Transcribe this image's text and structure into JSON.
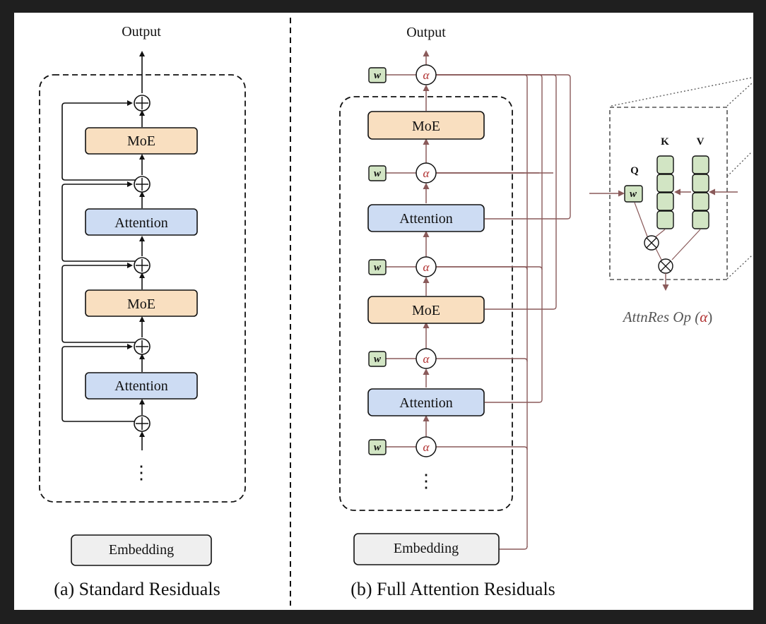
{
  "colors": {
    "background": "#1f1f1f",
    "panel": "#ffffff",
    "moe_fill": "#f9dfc0",
    "attention_fill": "#cddcf3",
    "embedding_fill": "#efefef",
    "w_fill": "#d2e5c4",
    "residual_line": "#8a5a5a",
    "alpha_text": "#b03030"
  },
  "left": {
    "output_label": "Output",
    "blocks": [
      "MoE",
      "Attention",
      "MoE",
      "Attention"
    ],
    "ellipsis": "⋮",
    "embedding_label": "Embedding",
    "caption": "(a) Standard Residuals"
  },
  "right": {
    "output_label": "Output",
    "blocks": [
      "MoE",
      "Attention",
      "MoE",
      "Attention"
    ],
    "w_label": "w",
    "alpha_label": "α",
    "ellipsis": "⋮",
    "embedding_label": "Embedding",
    "caption": "(b) Full Attention Residuals"
  },
  "inset": {
    "q_label": "Q",
    "k_label": "K",
    "v_label": "V",
    "w_label": "w",
    "caption_text": "AttnRes Op (",
    "caption_alpha": "α",
    "caption_close": ")"
  }
}
